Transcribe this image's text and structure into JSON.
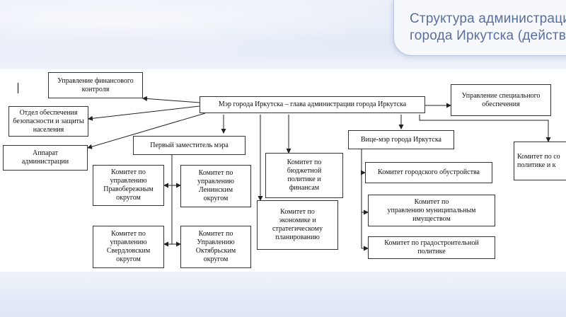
{
  "slide": {
    "title_line1": "Структура администрации",
    "title_line2": "города Иркутска (действую"
  },
  "org": {
    "mayor": "Мэр города Иркутска – глава администрации города Иркутска",
    "financial_control": "Управление финансового\nконтроля",
    "security_dept": "Отдел обеспечения\nбезопасности и защиты\nнаселения",
    "admin_apparatus": "Аппарат\nадминистрации",
    "first_deputy": "Первый заместитель мэра",
    "committee_pravoberezhny": "Комитет по\nуправлению\nПравобережным\nокругом",
    "committee_leninsky": "Комитет по\nуправлению\nЛенинским\nокругом",
    "committee_sverdlovsky": "Комитет по\nуправлению\nСвердловским\nокругом",
    "committee_oktyabrsky": "Комитет по\nУправлению\nОктябрьским\nокругом",
    "committee_budget": "Комитет по\nбюджетной\nполитике и\nфинансам",
    "committee_economy": "Комитет по\nэкономике и\nстратегическому\nпланированию",
    "vice_mayor": "Вице-мэр города Иркутска",
    "committee_urban_improvement": "Комитет городского обустройства",
    "committee_municipal_property": "Комитет по\nуправлению муниципальным\nимуществом",
    "committee_urban_planning": "Комитет по градостроительной\nполитике",
    "special_support": "Управление специального\nобеспечения",
    "committee_social": "Комитет по со\nполитике и к"
  }
}
